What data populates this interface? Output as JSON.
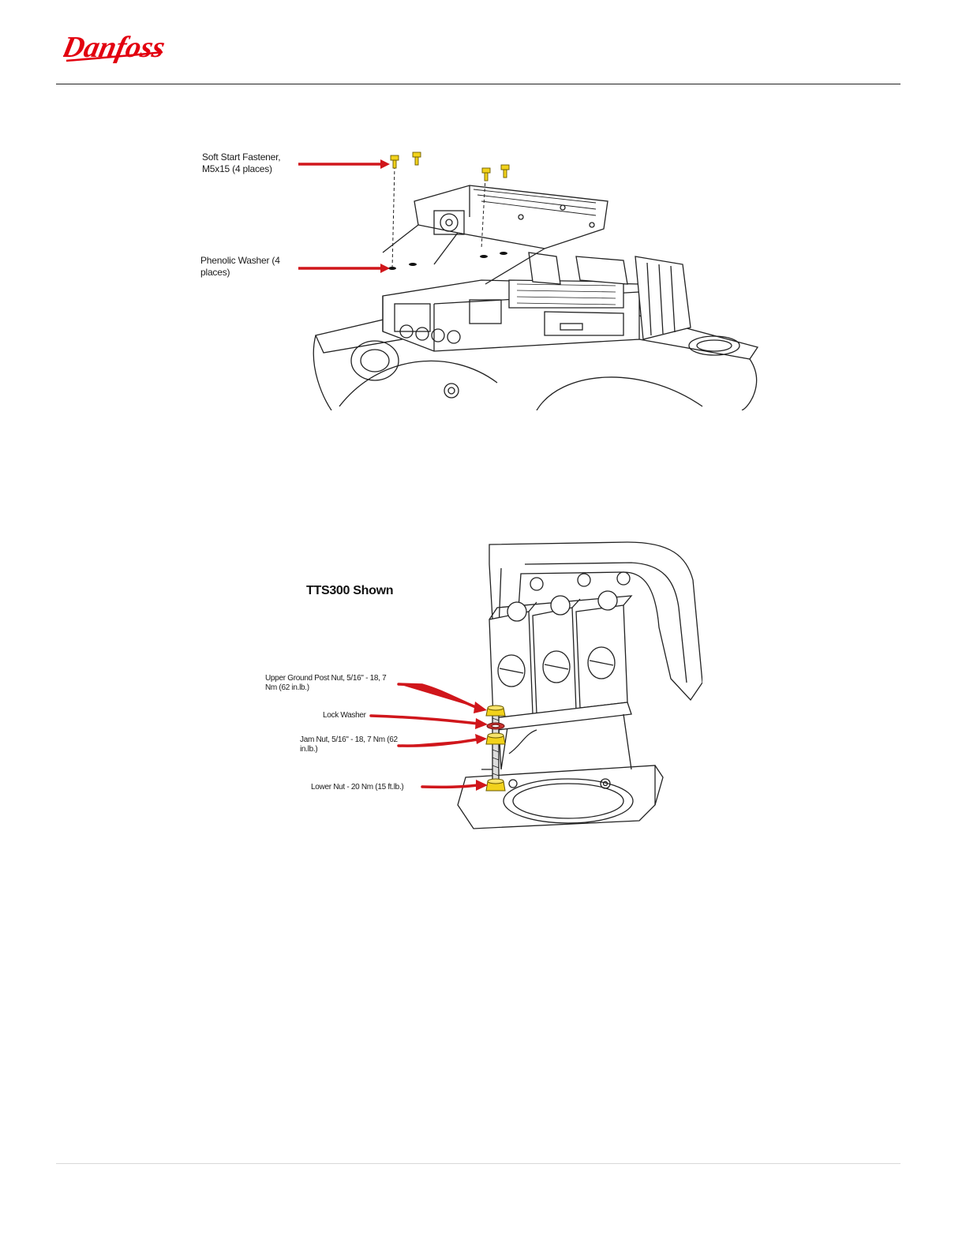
{
  "header": {
    "brand_name": "Danfoss",
    "brand_color": "#E2000F"
  },
  "figure1": {
    "labels": {
      "soft_start_fastener": "Soft Start Fastener, M5x15 (4 places)",
      "phenolic_washer": "Phenolic Washer (4 places)"
    }
  },
  "figure2": {
    "title": "TTS300 Shown",
    "labels": {
      "upper_ground_post_nut": "Upper Ground Post Nut, 5/16\" - 18, 7 Nm (62 in.lb.)",
      "lock_washer": "Lock Washer",
      "jam_nut": "Jam Nut, 5/16\" - 18, 7 Nm (62 in.lb.)",
      "lower_nut": "Lower Nut - 20 Nm (15 ft.lb.)"
    }
  },
  "colors": {
    "callout_arrow": "#D0161B",
    "fastener_yellow": "#F2D21B",
    "lock_washer_red": "#C8322E"
  }
}
